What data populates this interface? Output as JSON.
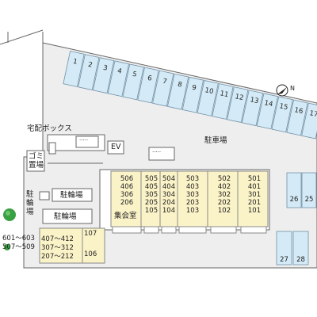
{
  "colors": {
    "background": "#ffffff",
    "site_fill": "#eeeeee",
    "building_fill": "#fbf3c8",
    "stall_fill": "#d4ebf7",
    "stall_stroke": "#6f8fa6",
    "tree": "#3aa142",
    "line": "#666666"
  },
  "labels": {
    "delivery_box": "宅配ボックス",
    "garbage": "ゴミ置場",
    "bicycle_parking_vertical": "駐輪場",
    "bicycle_parking_1": "駐輪場",
    "bicycle_parking_2": "駐輪場",
    "car_parking": "駐車場",
    "elevator": "EV",
    "meeting_room": "集会室",
    "north": "N",
    "meter_dots_1": "·····",
    "meter_dots_2": "·····"
  },
  "parking_top": [
    "1",
    "2",
    "3",
    "4",
    "5",
    "6",
    "7",
    "8",
    "9",
    "10",
    "11",
    "12",
    "13",
    "14",
    "15",
    "16",
    "17"
  ],
  "parking_right": [
    "25",
    "26"
  ],
  "parking_bottom": [
    "27",
    "28"
  ],
  "unit_columns": [
    [
      "506",
      "406",
      "306",
      "206"
    ],
    [
      "505",
      "405",
      "305",
      "205",
      "105"
    ],
    [
      "504",
      "404",
      "304",
      "204",
      "104"
    ],
    [
      "503",
      "403",
      "303",
      "203",
      "103"
    ],
    [
      "502",
      "402",
      "302",
      "202",
      "102"
    ],
    [
      "501",
      "401",
      "301",
      "201",
      "101"
    ]
  ],
  "south_wing": {
    "unit_107": "107",
    "unit_106": "106",
    "range_4": "407～412",
    "range_3": "307～312",
    "range_2": "207～212",
    "range_6": "601～603",
    "range_5": "507～509"
  }
}
